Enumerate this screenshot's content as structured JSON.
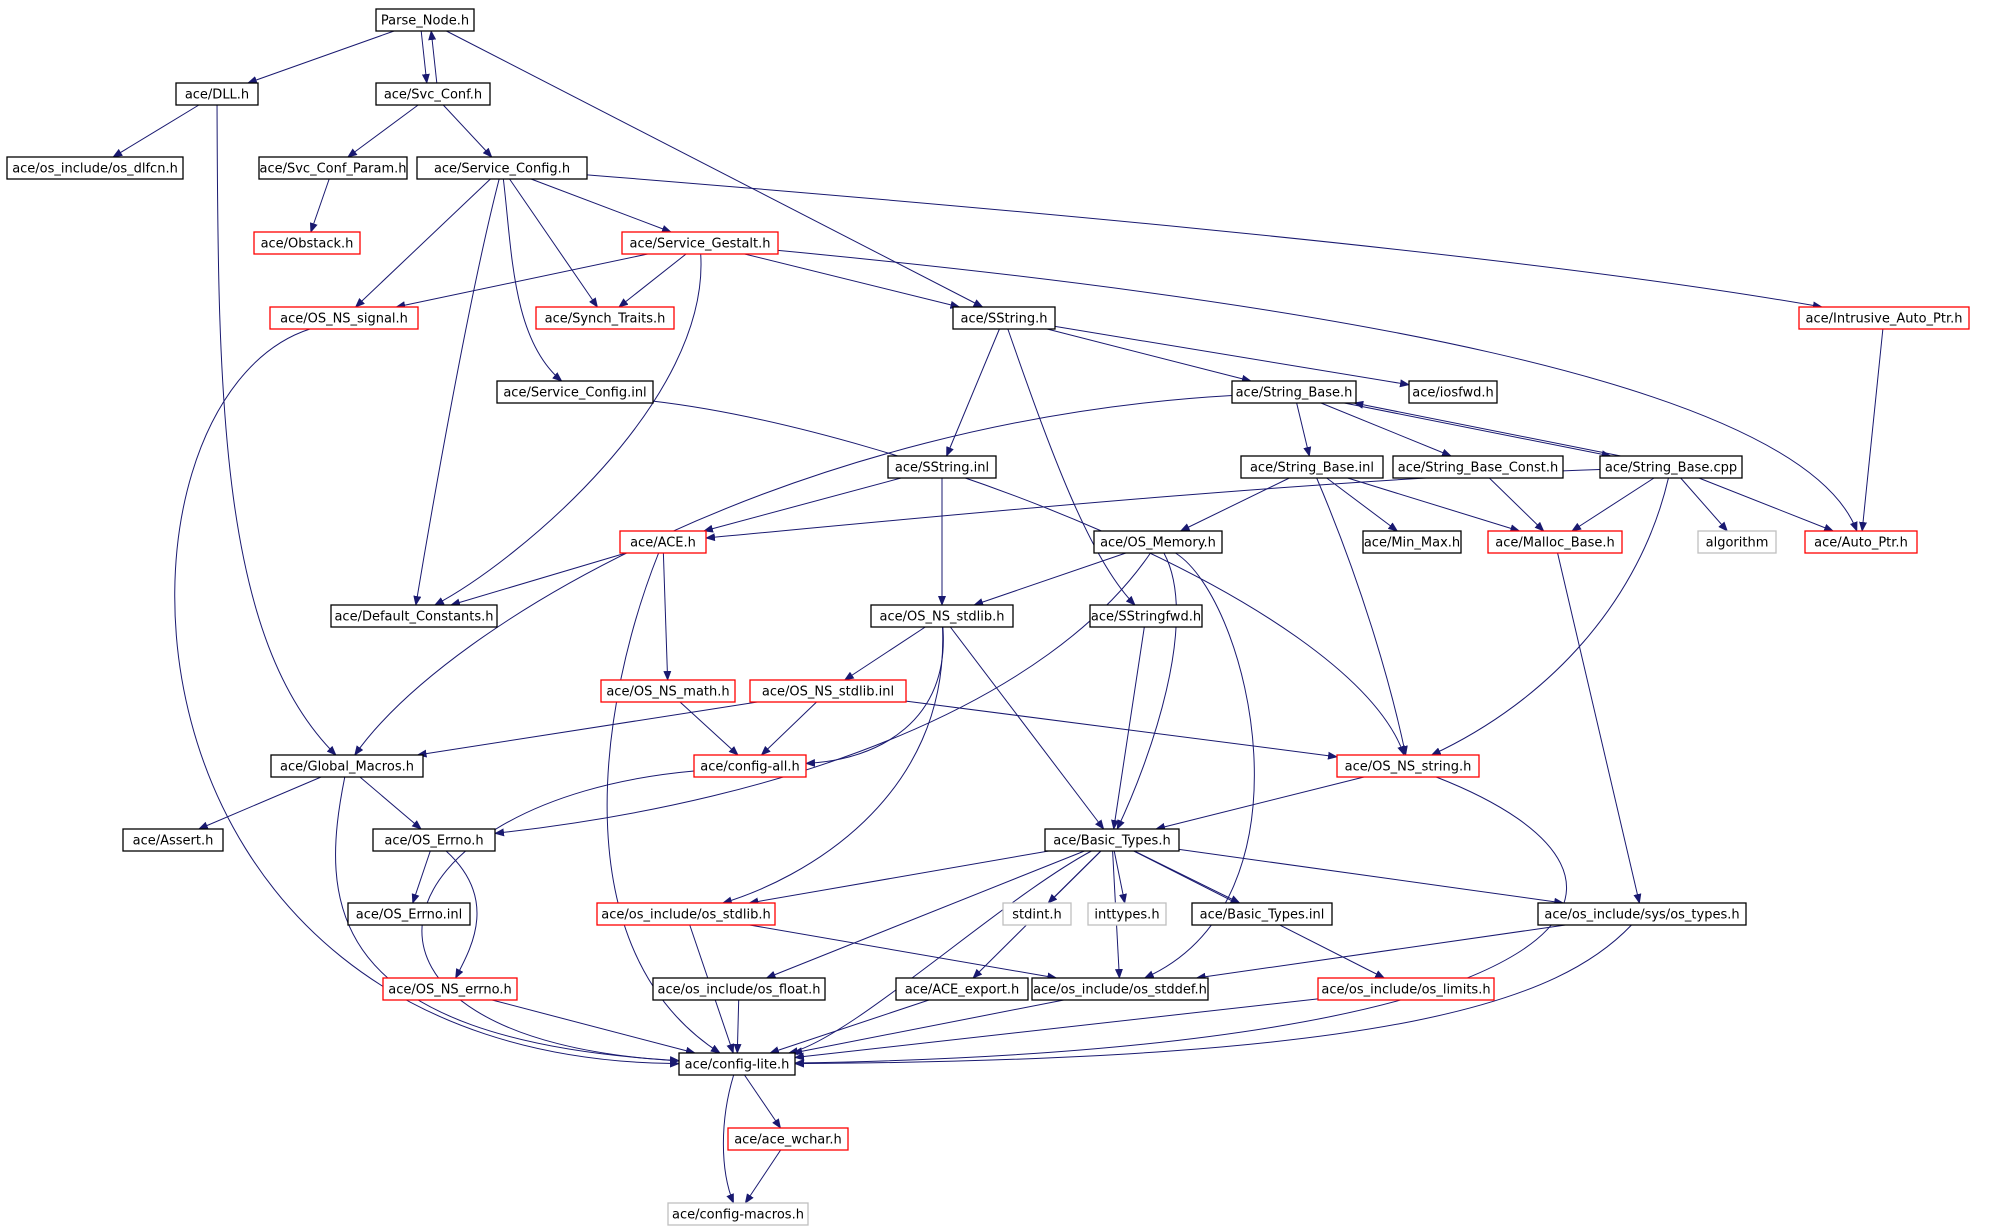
{
  "graph": {
    "colors": {
      "edge": "#191970",
      "root_fill": "#bfbfbf",
      "normal_border": "#000000",
      "truncated_border": "#ff0000",
      "external_border": "#bfbfbf",
      "external_text": "#404040"
    },
    "nodes": [
      {
        "id": "n0",
        "label": "Parse_Node.h",
        "kind": "root"
      },
      {
        "id": "n1",
        "label": "ace/DLL.h",
        "kind": "normal"
      },
      {
        "id": "n2",
        "label": "ace/Svc_Conf.h",
        "kind": "normal"
      },
      {
        "id": "n3",
        "label": "ace/os_include/os_dlfcn.h",
        "kind": "normal"
      },
      {
        "id": "n4",
        "label": "ace/Svc_Conf_Param.h",
        "kind": "normal"
      },
      {
        "id": "n5",
        "label": "ace/Service_Config.h",
        "kind": "normal"
      },
      {
        "id": "n6",
        "label": "ace/Obstack.h",
        "kind": "truncated"
      },
      {
        "id": "n7",
        "label": "ace/Service_Gestalt.h",
        "kind": "truncated"
      },
      {
        "id": "n8",
        "label": "ace/OS_NS_signal.h",
        "kind": "truncated"
      },
      {
        "id": "n9",
        "label": "ace/Synch_Traits.h",
        "kind": "truncated"
      },
      {
        "id": "n10",
        "label": "ace/SString.h",
        "kind": "normal"
      },
      {
        "id": "n11",
        "label": "ace/Intrusive_Auto_Ptr.h",
        "kind": "truncated"
      },
      {
        "id": "n12",
        "label": "ace/Service_Config.inl",
        "kind": "normal"
      },
      {
        "id": "n13",
        "label": "ace/String_Base.h",
        "kind": "normal"
      },
      {
        "id": "n14",
        "label": "ace/iosfwd.h",
        "kind": "normal"
      },
      {
        "id": "n15",
        "label": "ace/SString.inl",
        "kind": "normal"
      },
      {
        "id": "n16",
        "label": "ace/String_Base.inl",
        "kind": "normal"
      },
      {
        "id": "n17",
        "label": "ace/String_Base_Const.h",
        "kind": "normal"
      },
      {
        "id": "n18",
        "label": "ace/String_Base.cpp",
        "kind": "normal"
      },
      {
        "id": "n19",
        "label": "ace/ACE.h",
        "kind": "truncated"
      },
      {
        "id": "n20",
        "label": "ace/OS_Memory.h",
        "kind": "normal"
      },
      {
        "id": "n21",
        "label": "ace/Min_Max.h",
        "kind": "normal"
      },
      {
        "id": "n22",
        "label": "ace/Malloc_Base.h",
        "kind": "truncated"
      },
      {
        "id": "n23",
        "label": "algorithm",
        "kind": "external"
      },
      {
        "id": "n24",
        "label": "ace/Auto_Ptr.h",
        "kind": "truncated"
      },
      {
        "id": "n25",
        "label": "ace/Default_Constants.h",
        "kind": "normal"
      },
      {
        "id": "n26",
        "label": "ace/OS_NS_stdlib.h",
        "kind": "normal"
      },
      {
        "id": "n27",
        "label": "ace/SStringfwd.h",
        "kind": "normal"
      },
      {
        "id": "n28",
        "label": "ace/OS_NS_math.h",
        "kind": "truncated"
      },
      {
        "id": "n29",
        "label": "ace/OS_NS_stdlib.inl",
        "kind": "truncated"
      },
      {
        "id": "n30",
        "label": "ace/Global_Macros.h",
        "kind": "normal"
      },
      {
        "id": "n31",
        "label": "ace/config-all.h",
        "kind": "truncated"
      },
      {
        "id": "n32",
        "label": "ace/OS_NS_string.h",
        "kind": "truncated"
      },
      {
        "id": "n33",
        "label": "ace/Assert.h",
        "kind": "normal"
      },
      {
        "id": "n34",
        "label": "ace/OS_Errno.h",
        "kind": "normal"
      },
      {
        "id": "n35",
        "label": "ace/Basic_Types.h",
        "kind": "normal"
      },
      {
        "id": "n36",
        "label": "ace/OS_Errno.inl",
        "kind": "normal"
      },
      {
        "id": "n37",
        "label": "ace/os_include/os_stdlib.h",
        "kind": "truncated"
      },
      {
        "id": "n38",
        "label": "stdint.h",
        "kind": "external"
      },
      {
        "id": "n39",
        "label": "inttypes.h",
        "kind": "external"
      },
      {
        "id": "n40",
        "label": "ace/Basic_Types.inl",
        "kind": "normal"
      },
      {
        "id": "n41",
        "label": "ace/os_include/sys/os_types.h",
        "kind": "normal"
      },
      {
        "id": "n42",
        "label": "ace/OS_NS_errno.h",
        "kind": "truncated"
      },
      {
        "id": "n43",
        "label": "ace/os_include/os_float.h",
        "kind": "normal"
      },
      {
        "id": "n44",
        "label": "ace/ACE_export.h",
        "kind": "normal"
      },
      {
        "id": "n45",
        "label": "ace/os_include/os_stddef.h",
        "kind": "normal"
      },
      {
        "id": "n46",
        "label": "ace/os_include/os_limits.h",
        "kind": "truncated"
      },
      {
        "id": "n47",
        "label": "ace/config-lite.h",
        "kind": "normal"
      },
      {
        "id": "n48",
        "label": "ace/ace_wchar.h",
        "kind": "truncated"
      },
      {
        "id": "n49",
        "label": "ace/config-macros.h",
        "kind": "external"
      }
    ]
  }
}
